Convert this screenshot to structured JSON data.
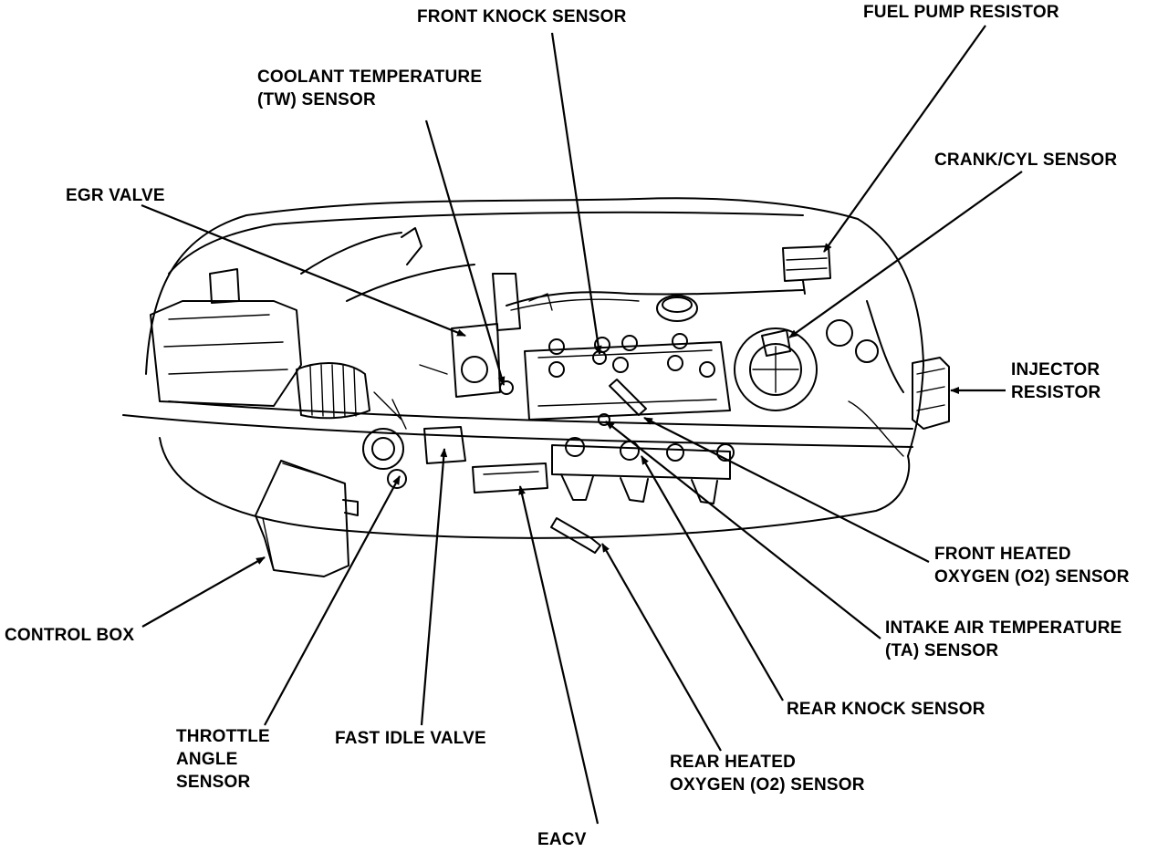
{
  "labels": {
    "front_knock_sensor": "FRONT KNOCK SENSOR",
    "fuel_pump_resistor": "FUEL PUMP RESISTOR",
    "coolant_temp_line1": "COOLANT TEMPERATURE",
    "coolant_temp_line2": "(TW) SENSOR",
    "crank_cyl_sensor": "CRANK/CYL SENSOR",
    "egr_valve": "EGR VALVE",
    "injector_resistor_line1": "INJECTOR",
    "injector_resistor_line2": "RESISTOR",
    "front_heated_o2_line1": "FRONT HEATED",
    "front_heated_o2_line2": "OXYGEN (O2) SENSOR",
    "intake_air_temp_line1": "INTAKE AIR TEMPERATURE",
    "intake_air_temp_line2": "(TA) SENSOR",
    "control_box": "CONTROL BOX",
    "rear_knock_sensor": "REAR KNOCK SENSOR",
    "throttle_angle_line1": "THROTTLE",
    "throttle_angle_line2": "ANGLE",
    "throttle_angle_line3": "SENSOR",
    "fast_idle_valve": "FAST IDLE VALVE",
    "rear_heated_o2_line1": "REAR HEATED",
    "rear_heated_o2_line2": "OXYGEN (O2) SENSOR",
    "eacv": "EACV"
  }
}
